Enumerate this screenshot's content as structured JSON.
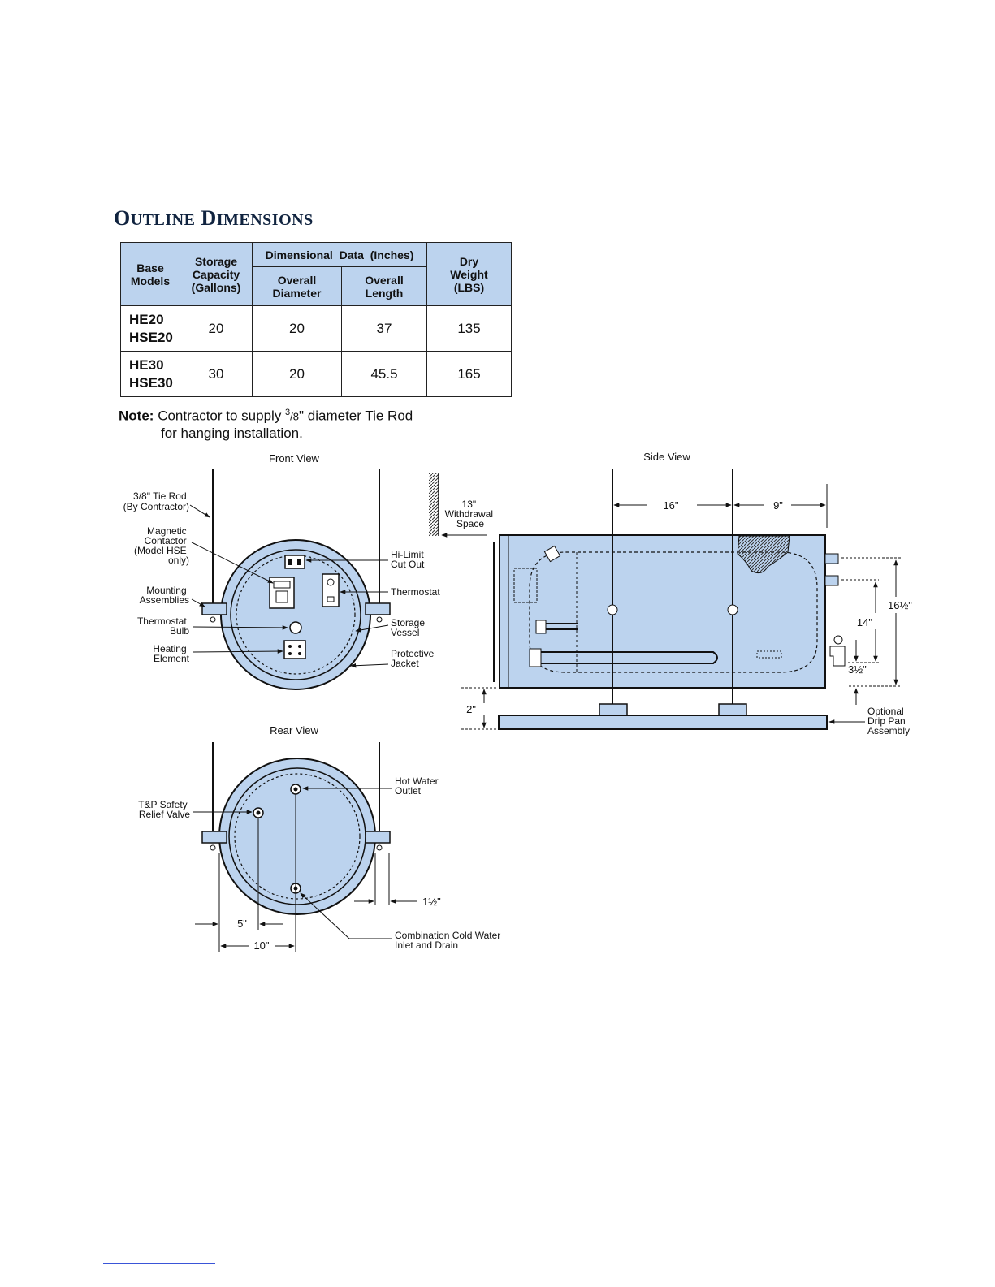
{
  "title": {
    "first_cap": "O",
    "first_rest": "UTLINE",
    "second_cap": "D",
    "second_rest": "IMENSIONS"
  },
  "table": {
    "headers": {
      "base_models": [
        "Base",
        "Models"
      ],
      "storage": [
        "Storage",
        "Capacity",
        "(Gallons)"
      ],
      "dimensional": "Dimensional  Data  (Inches)",
      "diameter": [
        "Overall",
        "Diameter"
      ],
      "length": [
        "Overall",
        "Length"
      ],
      "weight": [
        "Dry",
        "Weight",
        "(LBS)"
      ]
    },
    "rows": [
      {
        "models": [
          "HE20",
          "HSE20"
        ],
        "capacity": "20",
        "diameter": "20",
        "length": "37",
        "weight": "135"
      },
      {
        "models": [
          "HE30",
          "HSE30"
        ],
        "capacity": "30",
        "diameter": "20",
        "length": "45.5",
        "weight": "165"
      }
    ]
  },
  "note": {
    "label": "Note:",
    "line1_pre": "Contractor to supply ",
    "frac_num": "3",
    "frac_den": "/8",
    "line1_post": "\" diameter Tie Rod",
    "line2": "for hanging installation."
  },
  "front_view": {
    "title": "Front View",
    "tie_rod": [
      "3/8\" Tie Rod",
      "(By Contractor)"
    ],
    "magnetic_contactor": [
      "Magnetic",
      "Contactor",
      "(Model HSE",
      "only)"
    ],
    "mounting": [
      "Mounting",
      "Assemblies"
    ],
    "thermostat_bulb": [
      "Thermostat",
      "Bulb"
    ],
    "heating_element": [
      "Heating",
      "Element"
    ],
    "hi_limit": [
      "Hi-Limit",
      "Cut Out"
    ],
    "thermostat": "Thermostat",
    "storage_vessel": [
      "Storage",
      "Vessel"
    ],
    "protective_jacket": [
      "Protective",
      "Jacket"
    ]
  },
  "side_view": {
    "title": "Side View",
    "withdrawal": [
      "13\"",
      "Withdrawal",
      "Space"
    ],
    "dim_16": "16\"",
    "dim_9": "9\"",
    "dim_16_5": "16½\"",
    "dim_14": "14\"",
    "dim_3_5": "3½\"",
    "dim_2": "2\"",
    "drip_pan": [
      "Optional",
      "Drip Pan",
      "Assembly"
    ]
  },
  "rear_view": {
    "title": "Rear View",
    "tp_valve": [
      "T&P Safety",
      "Relief Valve"
    ],
    "hot_water": [
      "Hot Water",
      "Outlet"
    ],
    "dim_1_5": "1½\"",
    "dim_5": "5\"",
    "dim_10": "10\"",
    "cold_water": [
      "Combination Cold Water",
      "Inlet and Drain"
    ]
  },
  "colors": {
    "fill": "#bcd3ee",
    "line": "#111111",
    "title": "#10233f"
  }
}
